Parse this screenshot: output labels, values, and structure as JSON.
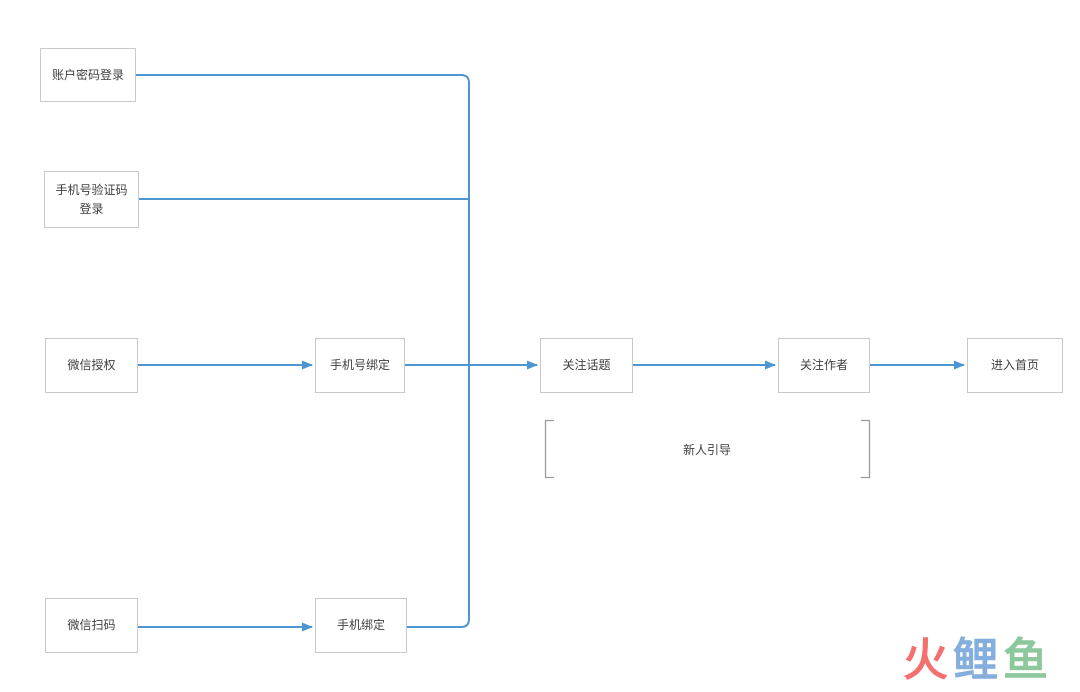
{
  "diagram": {
    "nodes": [
      {
        "id": "account-password-login",
        "label": "账户密码登录"
      },
      {
        "id": "phone-code-login",
        "label": "手机号验证码登录"
      },
      {
        "id": "wechat-auth",
        "label": "微信授权"
      },
      {
        "id": "phone-number-bind",
        "label": "手机号绑定"
      },
      {
        "id": "follow-topic",
        "label": "关注话题"
      },
      {
        "id": "follow-author",
        "label": "关注作者"
      },
      {
        "id": "enter-home",
        "label": "进入首页"
      },
      {
        "id": "wechat-scan",
        "label": "微信扫码"
      },
      {
        "id": "phone-bind",
        "label": "手机绑定"
      }
    ],
    "edges": [
      {
        "from": "账户密码登录",
        "to": "关注话题",
        "arrow": false
      },
      {
        "from": "手机号验证码登录",
        "to": "关注话题",
        "arrow": false
      },
      {
        "from": "微信授权",
        "to": "手机号绑定",
        "arrow": true
      },
      {
        "from": "手机号绑定",
        "to": "关注话题",
        "arrow": true
      },
      {
        "from": "关注话题",
        "to": "关注作者",
        "arrow": true
      },
      {
        "from": "关注作者",
        "to": "进入首页",
        "arrow": true
      },
      {
        "from": "微信扫码",
        "to": "手机绑定",
        "arrow": true
      },
      {
        "from": "手机绑定",
        "to": "关注话题",
        "arrow": false
      }
    ],
    "annotation": {
      "label": "新人引导"
    },
    "colors": {
      "connector": "#4e96d1",
      "box_border": "#c9c9c9",
      "box_text": "#404040",
      "bracket": "#9b9b9b"
    }
  },
  "watermark": {
    "chars": [
      {
        "text": "火",
        "color": "#f4706f"
      },
      {
        "text": "鲤",
        "color": "#84aede"
      },
      {
        "text": "鱼",
        "color": "#8cc89b"
      }
    ]
  }
}
